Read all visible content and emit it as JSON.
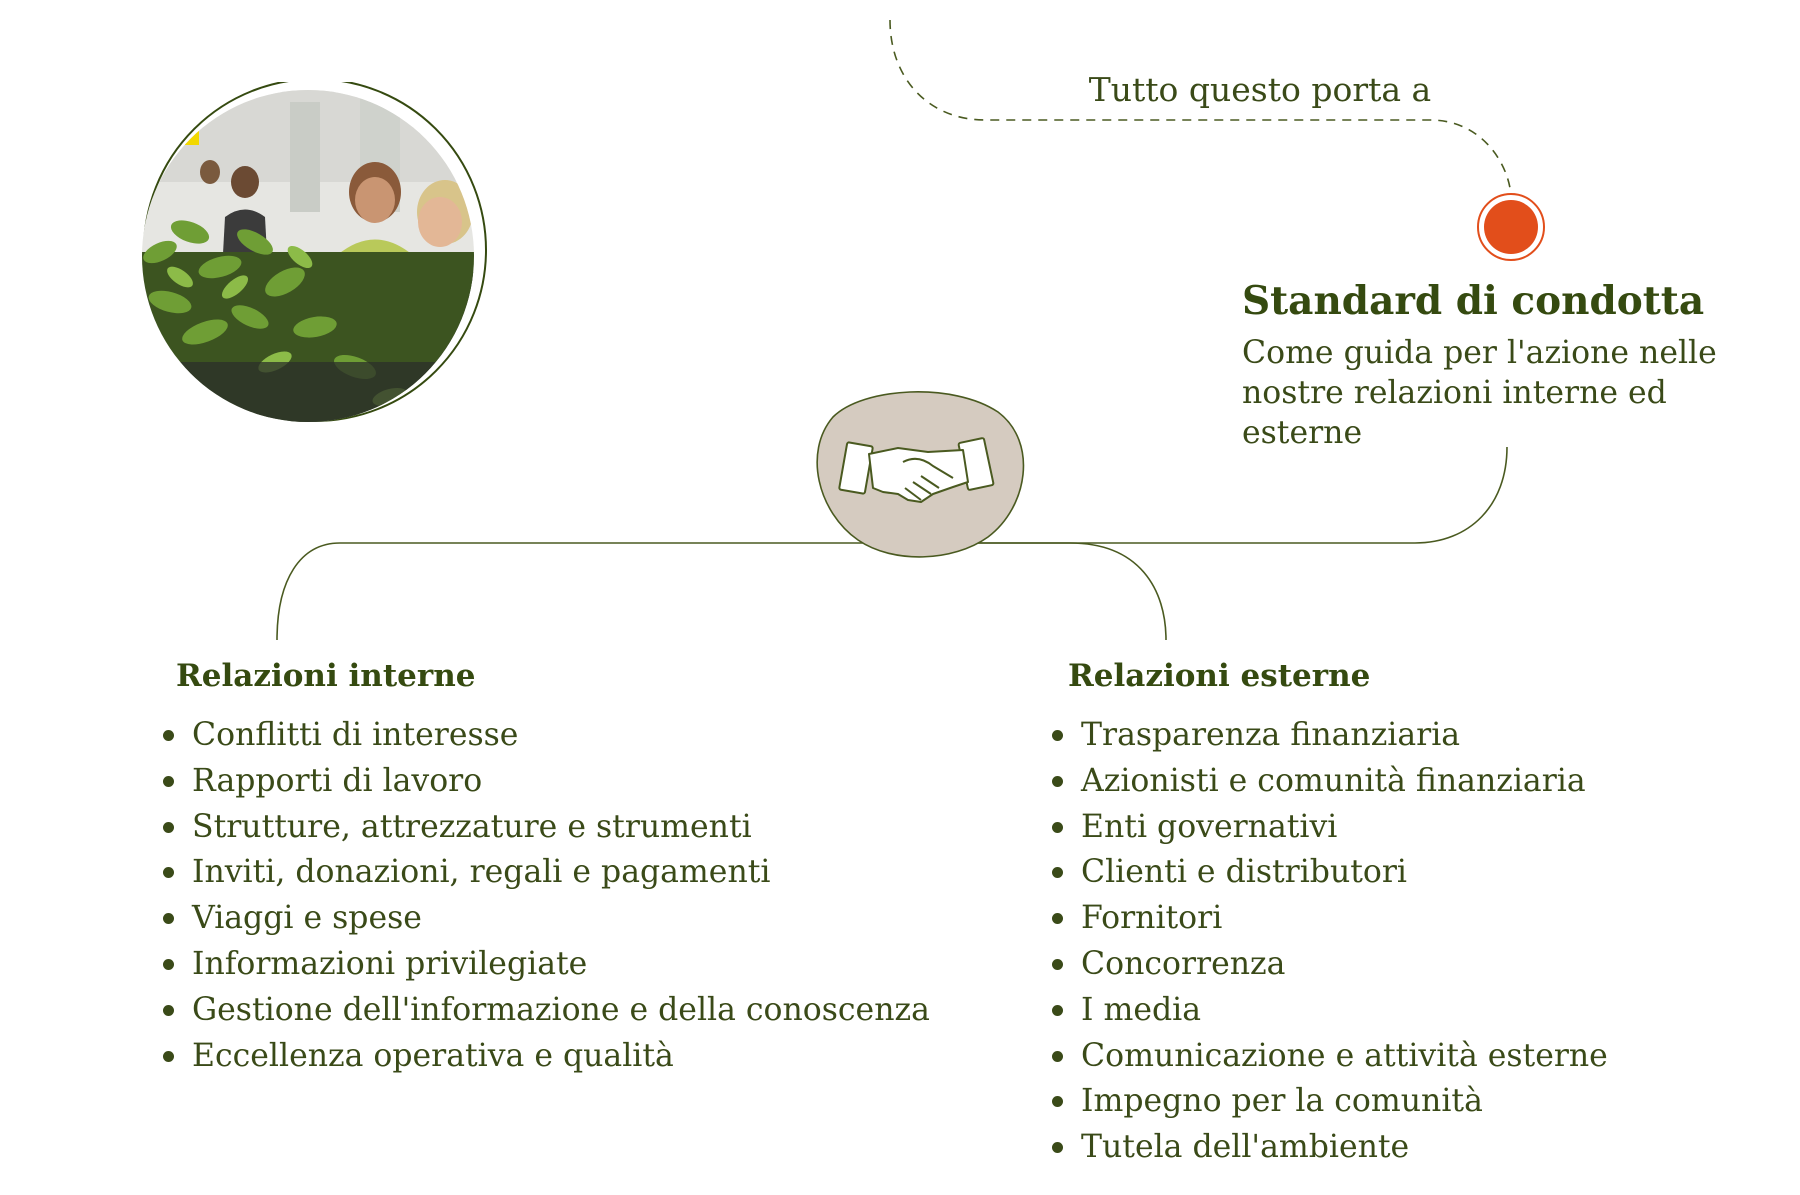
{
  "colors": {
    "primary_text": "#3a4a18",
    "title_text": "#354a10",
    "accent_orange": "#e24e1b",
    "hub_fill": "#d5cbc0",
    "line": "#4a5a20"
  },
  "intro": {
    "label": "Tutto questo porta a"
  },
  "main": {
    "title": "Standard di condotta",
    "description": "Come guida per l'azione nelle nostre relazioni interne ed esterne"
  },
  "hub": {
    "icon": "handshake-icon"
  },
  "photo": {
    "subject": "workers-tending-plants-photo"
  },
  "internal": {
    "title": "Relazioni interne",
    "items": [
      "Conflitti di interesse",
      "Rapporti di lavoro",
      "Strutture, attrezzature e strumenti",
      "Inviti, donazioni, regali e pagamenti",
      "Viaggi e spese",
      "Informazioni privilegiate",
      "Gestione dell'informazione e della conoscenza",
      "Eccellenza operativa e qualità"
    ]
  },
  "external": {
    "title": "Relazioni esterne",
    "items": [
      "Trasparenza finanziaria",
      "Azionisti e comunità finanziaria",
      "Enti governativi",
      "Clienti e distributori",
      "Fornitori",
      "Concorrenza",
      "I media",
      "Comunicazione e attività esterne",
      "Impegno per la comunità",
      "Tutela dell'ambiente"
    ]
  }
}
